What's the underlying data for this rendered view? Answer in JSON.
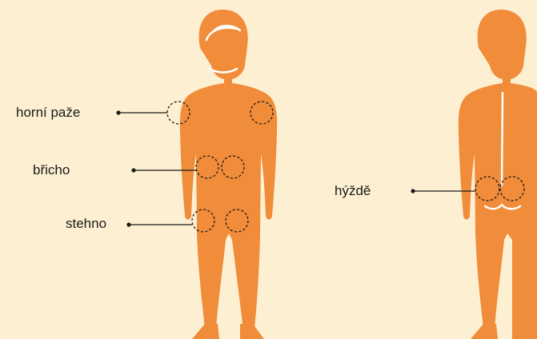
{
  "colors": {
    "background": "#fdf0d2",
    "body": "#f08c3a",
    "highlight": "#ffffff",
    "marker": "#1a1a1a"
  },
  "labels": {
    "upper_arm": "horní paže",
    "belly": "břicho",
    "thigh": "stehno",
    "buttocks": "hýždě"
  },
  "figures": [
    {
      "view": "front",
      "marked_sites": [
        "upper_arm",
        "upper_arm",
        "belly",
        "belly",
        "thigh",
        "thigh"
      ]
    },
    {
      "view": "back",
      "marked_sites": [
        "buttocks",
        "buttocks"
      ]
    }
  ]
}
